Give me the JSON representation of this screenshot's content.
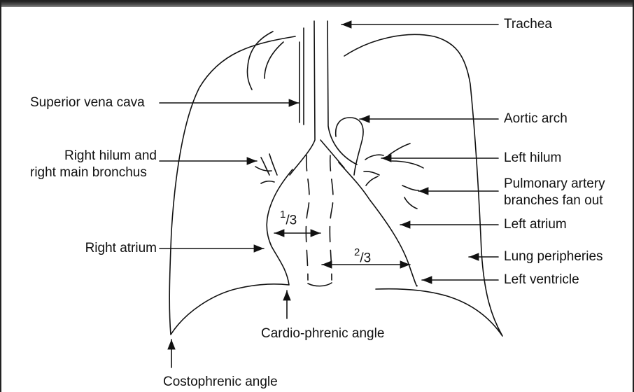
{
  "labels": {
    "trachea": "Trachea",
    "superior_vena_cava": "Superior vena cava",
    "aortic_arch": "Aortic arch",
    "right_hilum_line1": "Right hilum and",
    "right_hilum_line2": "right main bronchus",
    "left_hilum": "Left hilum",
    "pulmonary_line1": "Pulmonary artery",
    "pulmonary_line2": "branches fan out",
    "left_atrium": "Left atrium",
    "right_atrium": "Right atrium",
    "lung_peripheries": "Lung peripheries",
    "left_ventricle": "Left ventricle",
    "cardio_phrenic": "Cardio-phrenic angle",
    "costophrenic": "Costophrenic angle"
  },
  "fractions": {
    "one_third_num": "1",
    "one_third_den": "/3",
    "two_thirds_num": "2",
    "two_thirds_den": "/3"
  },
  "colors": {
    "line": "#111111",
    "background": "#ffffff"
  }
}
